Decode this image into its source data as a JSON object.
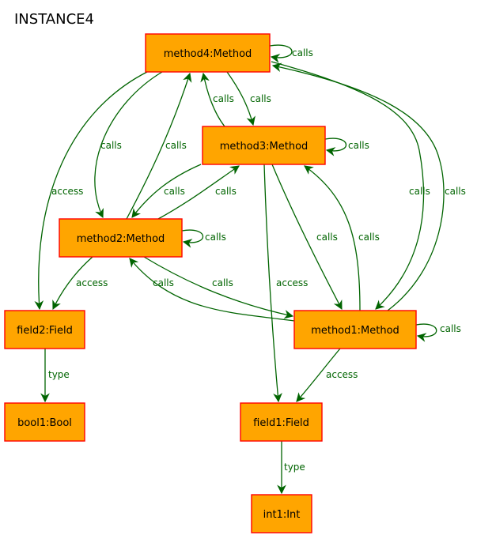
{
  "diagram": {
    "title": "INSTANCE4",
    "colors": {
      "node_fill": "#ffa500",
      "node_border": "#ff0000",
      "edge": "#006400",
      "edge_label": "#006400",
      "text": "#000000"
    },
    "nodes": [
      {
        "id": "method4",
        "label": "method4:Method"
      },
      {
        "id": "method3",
        "label": "method3:Method"
      },
      {
        "id": "method2",
        "label": "method2:Method"
      },
      {
        "id": "method1",
        "label": "method1:Method"
      },
      {
        "id": "field2",
        "label": "field2:Field"
      },
      {
        "id": "field1",
        "label": "field1:Field"
      },
      {
        "id": "bool1",
        "label": "bool1:Bool"
      },
      {
        "id": "int1",
        "label": "int1:Int"
      }
    ],
    "edges": [
      {
        "from": "method4",
        "to": "method4",
        "label": "calls"
      },
      {
        "from": "method4",
        "to": "method3",
        "label": "calls"
      },
      {
        "from": "method3",
        "to": "method4",
        "label": "calls"
      },
      {
        "from": "method4",
        "to": "method2",
        "label": "calls"
      },
      {
        "from": "method2",
        "to": "method4",
        "label": "calls"
      },
      {
        "from": "method4",
        "to": "field2",
        "label": "access"
      },
      {
        "from": "method3",
        "to": "method3",
        "label": "calls"
      },
      {
        "from": "method3",
        "to": "method2",
        "label": "calls"
      },
      {
        "from": "method2",
        "to": "method3",
        "label": "calls"
      },
      {
        "from": "method3",
        "to": "method1",
        "label": "calls"
      },
      {
        "from": "method1",
        "to": "method3",
        "label": "calls"
      },
      {
        "from": "method4",
        "to": "method1",
        "label": "calls"
      },
      {
        "from": "method1",
        "to": "method4",
        "label": "calls"
      },
      {
        "from": "method2",
        "to": "method2",
        "label": "calls"
      },
      {
        "from": "method2",
        "to": "field2",
        "label": "access"
      },
      {
        "from": "method1",
        "to": "method2",
        "label": "calls"
      },
      {
        "from": "method2",
        "to": "method1",
        "label": "calls"
      },
      {
        "from": "method3",
        "to": "field1",
        "label": "access"
      },
      {
        "from": "method1",
        "to": "method1",
        "label": "calls"
      },
      {
        "from": "method1",
        "to": "field1",
        "label": "access"
      },
      {
        "from": "field2",
        "to": "bool1",
        "label": "type"
      },
      {
        "from": "field1",
        "to": "int1",
        "label": "type"
      }
    ]
  }
}
